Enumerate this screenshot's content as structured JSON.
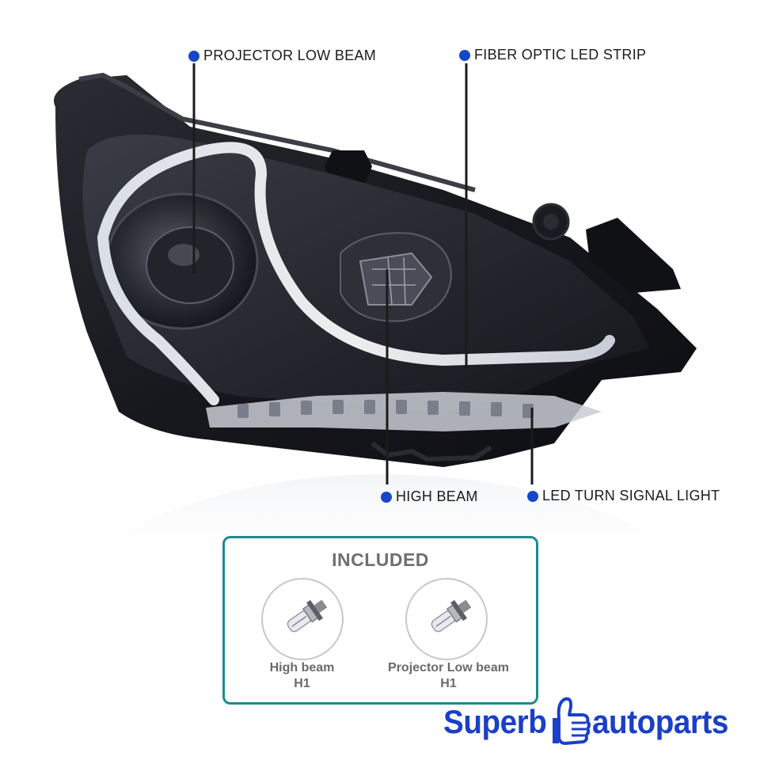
{
  "callouts": {
    "projector_low_beam": "PROJECTOR LOW BEAM",
    "fiber_optic_led_strip": "FIBER OPTIC LED STRIP",
    "high_beam": "HIGH BEAM",
    "led_turn_signal": "LED TURN SIGNAL LIGHT"
  },
  "included": {
    "title": "INCLUDED",
    "items": [
      {
        "name": "High beam",
        "type": "H1"
      },
      {
        "name": "Projector Low beam",
        "type": "H1"
      }
    ]
  },
  "brand": {
    "word1": "Superb",
    "word2": "autoparts",
    "logo_icon": "thumbs-up-icon"
  },
  "colors": {
    "dot": "#1747c9",
    "box_border": "#1e8a8e",
    "brand_blue": "#1a3fc8",
    "housing": "#1c1d23"
  }
}
